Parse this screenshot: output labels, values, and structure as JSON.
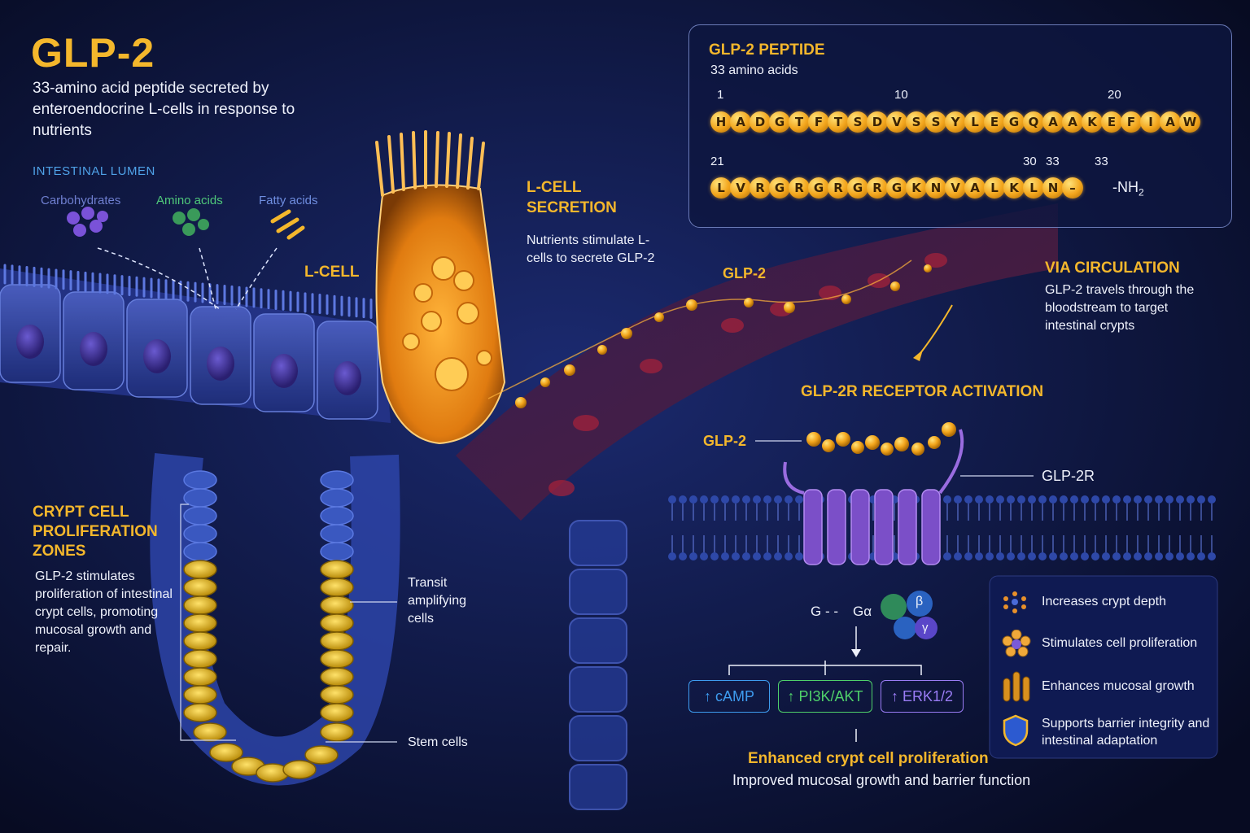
{
  "title": "GLP-2",
  "intro": "33-amino acid peptide secreted by enteroendocrine L-cells in response to nutrients",
  "lumen": {
    "label": "INTESTINAL LUMEN",
    "nutrients": [
      "Carbohydrates",
      "Amino acids",
      "Fatty acids"
    ]
  },
  "lcell": {
    "label": "L-CELL",
    "secretion_title_1": "L-CELL",
    "secretion_title_2": "SECRETION",
    "secretion_desc": "Nutrients stimulate L-cells to secrete GLP-2"
  },
  "circulation": {
    "glp2_label": "GLP-2",
    "title": "VIA CIRCULATION",
    "desc": "GLP-2 travels through the bloodstream to target intestinal crypts"
  },
  "crypt": {
    "title": "CRYPT CELL PROLIFERATION ZONES",
    "desc": "GLP-2 stimulates proliferation of intestinal crypt cells, promoting mucosal growth and repair.",
    "transit_label": "Transit amplifying cells",
    "stem_label": "Stem cells"
  },
  "peptide": {
    "title": "GLP-2 PEPTIDE",
    "subtitle": "33 amino acids",
    "row1_positions": [
      "1",
      "10",
      "20"
    ],
    "row1_sequence": [
      "H",
      "A",
      "D",
      "G",
      "T",
      "F",
      "T",
      "S",
      "D",
      "V",
      "S",
      "S",
      "Y",
      "L",
      "E",
      "G",
      "Q",
      "A",
      "A",
      "K",
      "E",
      "F",
      "I",
      "A",
      "W"
    ],
    "row2_positions": [
      "21",
      "30",
      "33",
      "33"
    ],
    "row2_sequence": [
      "L",
      "V",
      "R",
      "G",
      "R",
      "G",
      "R",
      "G",
      "R",
      "G",
      "K",
      "N",
      "V",
      "A",
      "L",
      "K",
      "L",
      "N",
      "–"
    ],
    "terminal_prefix": "-NH",
    "terminal_sub": "2"
  },
  "receptor": {
    "title": "GLP-2R RECEPTOR ACTIVATION",
    "ligand_label": "GLP-2",
    "receptor_label": "GLP-2R",
    "g_label": "G",
    "galpha_label": "Gα",
    "gbeta_label": "β",
    "ggamma_label": "γ",
    "pathways": [
      {
        "label": "↑ cAMP",
        "color": "#3e9cf0"
      },
      {
        "label": "↑ PI3K/AKT",
        "color": "#4fd16a"
      },
      {
        "label": "↑ ERK1/2",
        "color": "#9a7cf5"
      }
    ],
    "outcome_title": "Enhanced crypt cell proliferation",
    "outcome_desc": "Improved mucosal growth and barrier function"
  },
  "effects": [
    {
      "icon": "crypt-depth-icon",
      "label": "Increases crypt depth"
    },
    {
      "icon": "cell-cluster-icon",
      "label": "Stimulates cell proliferation"
    },
    {
      "icon": "villi-icon",
      "label": "Enhances mucosal growth"
    },
    {
      "icon": "shield-icon",
      "label": "Supports barrier integrity and intestinal adaptation"
    }
  ],
  "colors": {
    "accent": "#f4b72c",
    "background": "#0a0f2c",
    "membrane": "#2e48a8",
    "receptor": "#7b4fc8"
  }
}
